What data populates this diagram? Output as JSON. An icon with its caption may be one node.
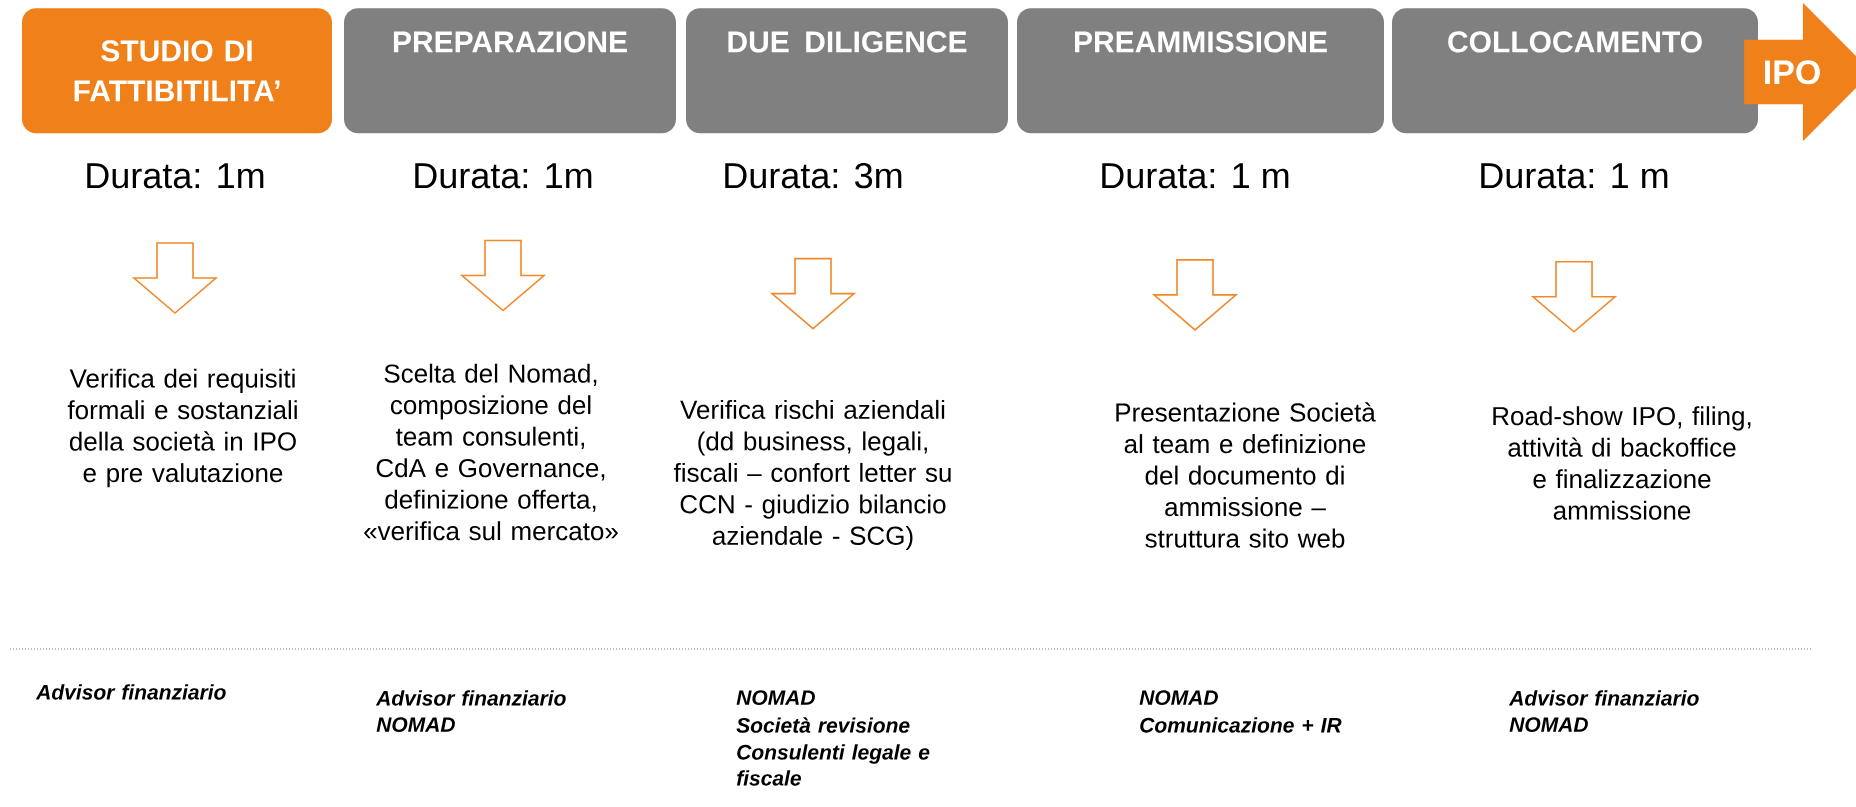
{
  "diagram": {
    "nodes": [
      {
        "text": [
          "STUDIO DI FATTIBITILITA’"
        ]
      },
      {
        "text": [
          "PREPARAZIONE"
        ]
      },
      {
        "text": [
          "DUE DILIGENCE"
        ]
      },
      {
        "text": [
          "PREAMMISSIONE"
        ]
      },
      {
        "text": [
          "COLLOCAMENTO"
        ]
      },
      {
        "text": [
          "IPO"
        ]
      },
      {
        "text": [
          "Durata: 1m"
        ]
      },
      {
        "text": [
          "Durata: 1m"
        ]
      },
      {
        "text": [
          "Durata: 3m"
        ]
      },
      {
        "text": [
          "Durata: 1 m"
        ]
      },
      {
        "text": [
          "Durata: 1 m"
        ]
      },
      {
        "text": [
          "Verifica dei requisiti formali e sostanziali della società in IPO e pre valutazione"
        ]
      },
      {
        "text": [
          "Scelta del Nomad, composizione del team consulenti, CdA e Governance, definizione offerta, «verifica sul mercato»"
        ]
      },
      {
        "text": [
          "Verifica rischi aziendali (dd business, legali, fiscali – confort letter su CCN - giudizio bilancio aziendale - SCG)"
        ]
      },
      {
        "text": [
          "Presentazione Società al team e definizione del documento di ammissione – struttura sito web"
        ]
      },
      {
        "text": [
          "Road-show IPO, filing, attività di backoffice e finalizzazione ammissione"
        ]
      }
    ],
    "edges": [
      {
        "from": 6,
        "to": 11,
        "arrow": "to"
      },
      {
        "from": 7,
        "to": 12,
        "arrow": "to"
      },
      {
        "from": 8,
        "to": 13,
        "arrow": "to"
      },
      {
        "from": 9,
        "to": 14,
        "arrow": "to"
      },
      {
        "from": 10,
        "to": 15,
        "arrow": "to"
      }
    ],
    "labels": [
      "Advisor finanziario",
      "Advisor finanziario",
      "NOMAD",
      "NOMAD",
      "Società revisione",
      "Consulenti legale e fiscale",
      "NOMAD",
      "Comunicazione + IR",
      "Advisor finanziario",
      "NOMAD"
    ]
  }
}
